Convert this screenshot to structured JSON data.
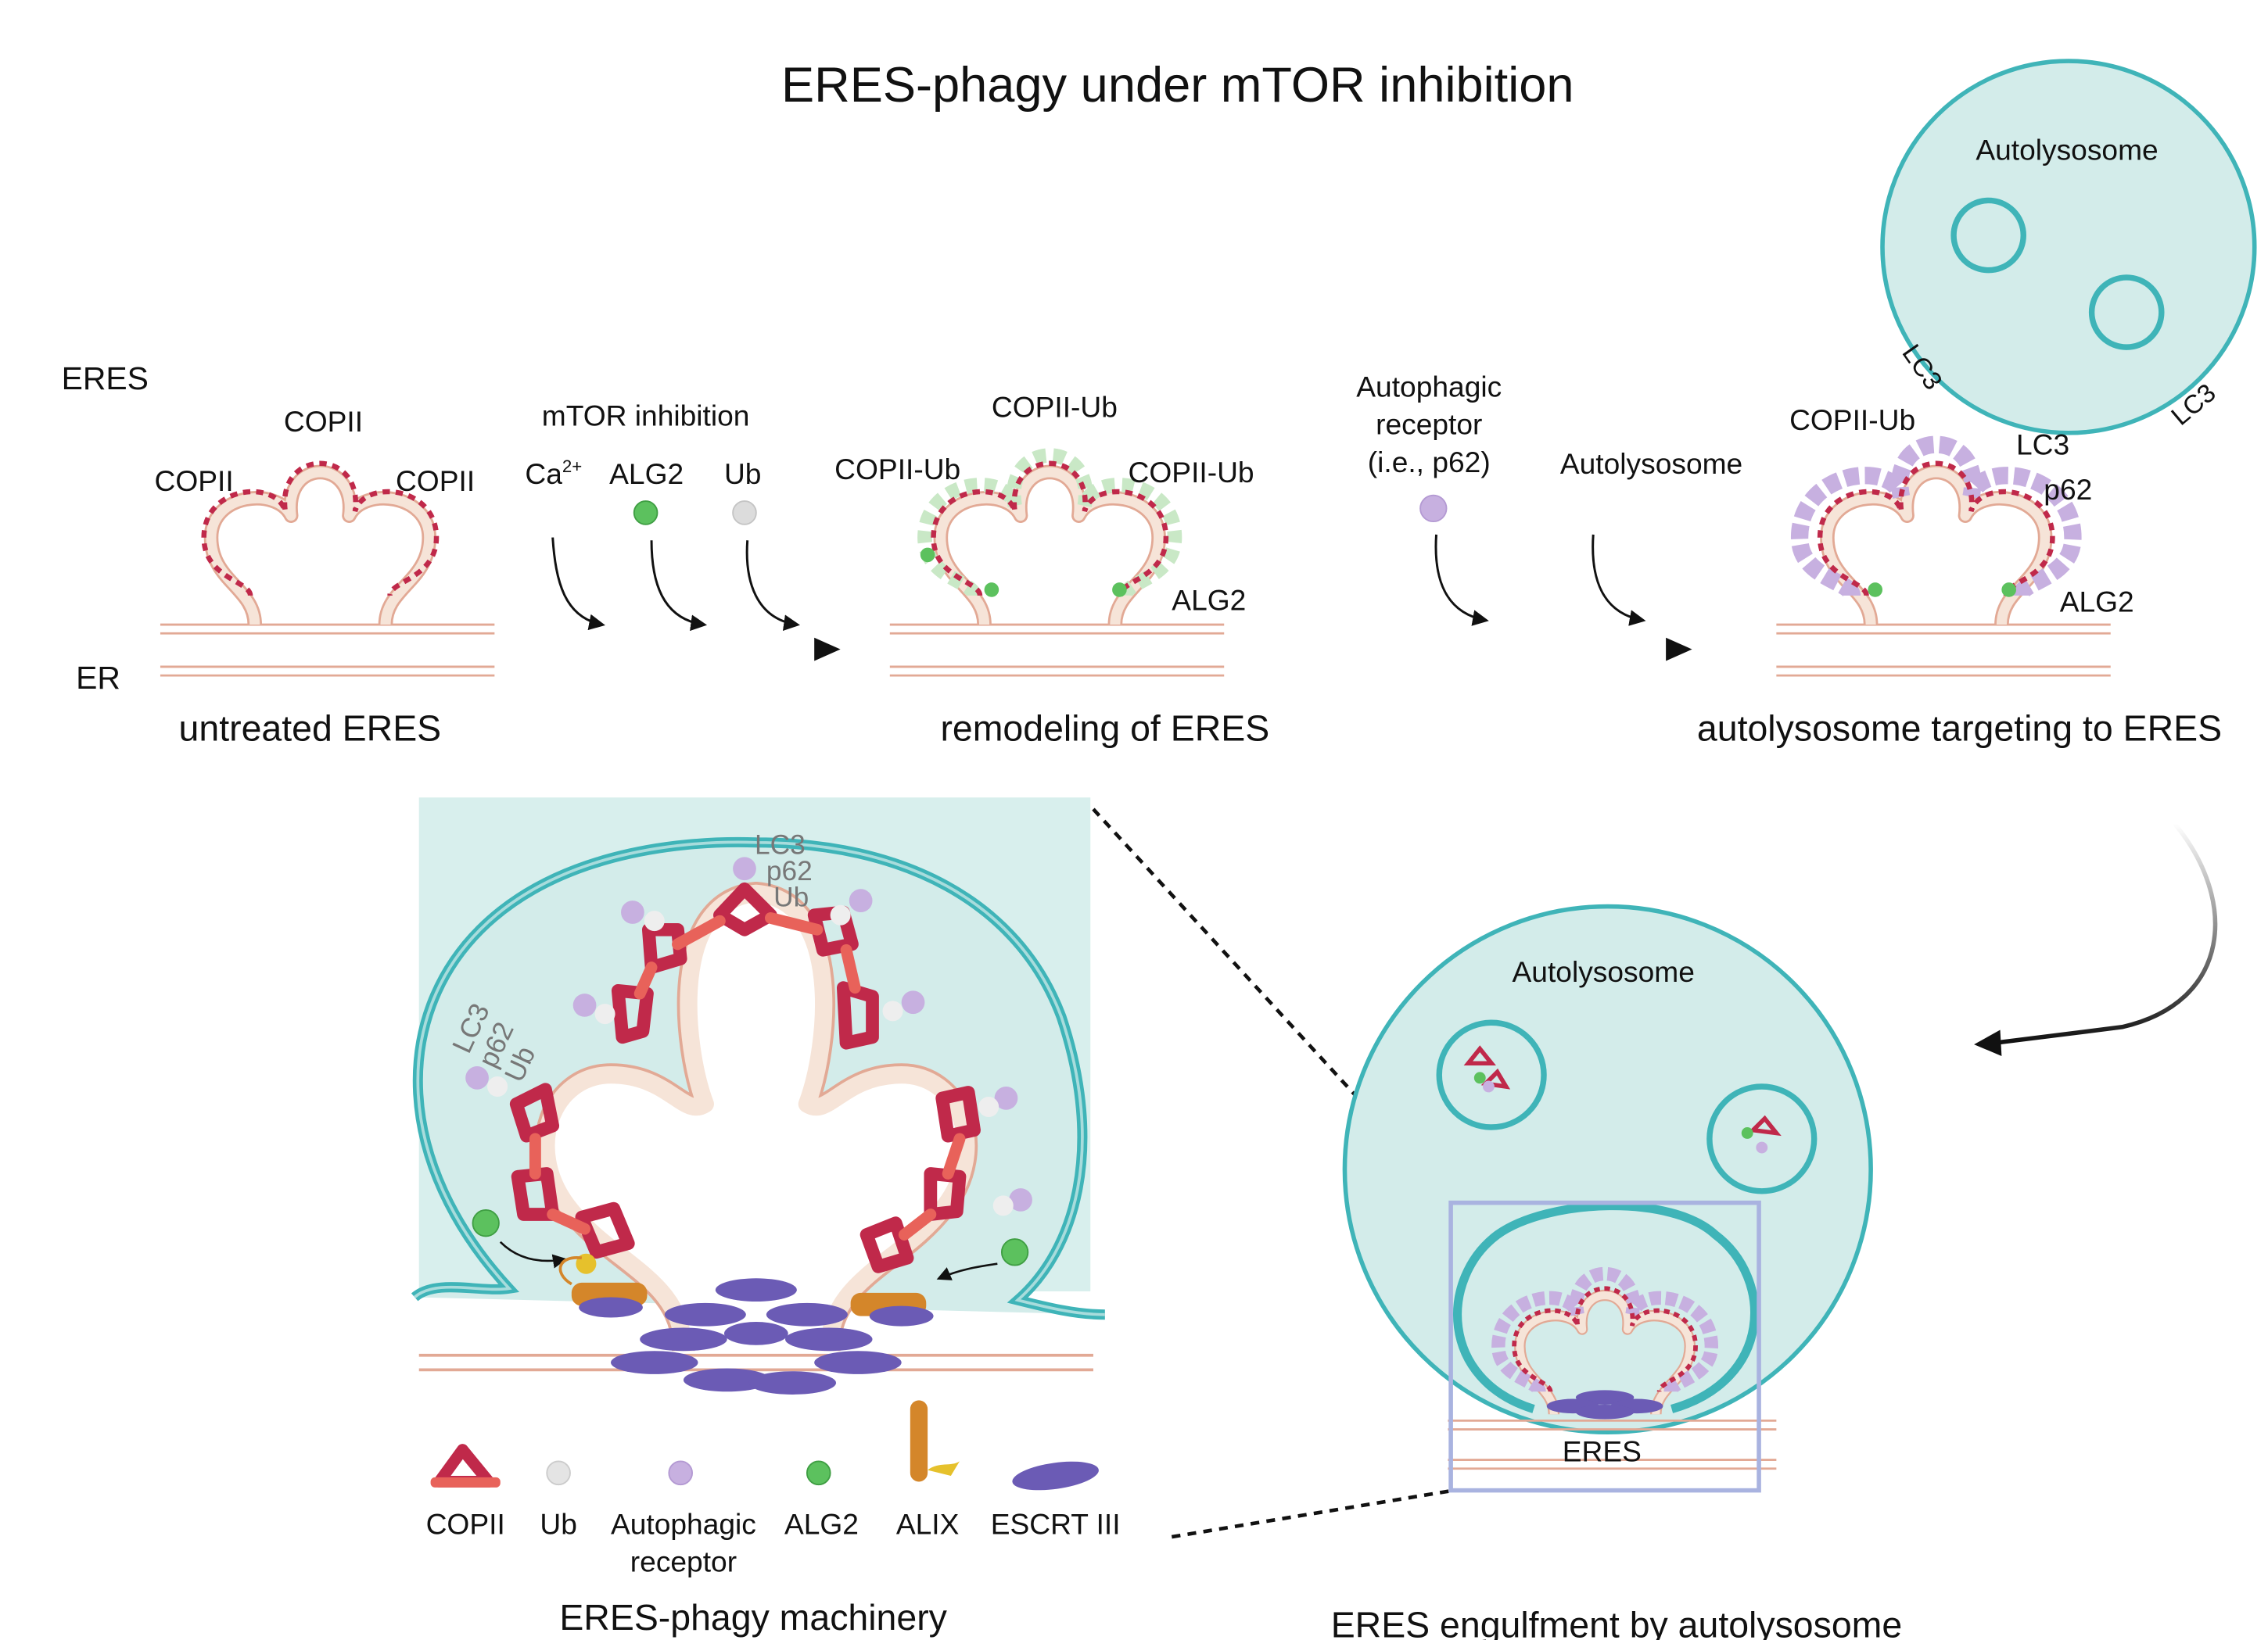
{
  "title": "ERES-phagy under mTOR inhibition",
  "colors": {
    "teal": "#3fb4b8",
    "teal_fill": "#d3ecea",
    "copii": "#c0294a",
    "membrane": "#f6e4d8",
    "membrane_edge": "#e2a995",
    "alg2": "#5cc15e",
    "ub": "#dcdcdc",
    "receptor": "#c7b0e0",
    "alix": "#d4862a",
    "escrt": "#6b5bb5",
    "frame": "#a9b3e0"
  },
  "panel1": {
    "eres_label": "ERES",
    "er_label": "ER",
    "copii_top": "COPII",
    "copii_left": "COPII",
    "copii_right": "COPII",
    "caption": "untreated ERES"
  },
  "step1": {
    "title": "mTOR inhibition",
    "ca": "Ca",
    "ca_sup": "2+",
    "alg2": "ALG2",
    "ub": "Ub"
  },
  "panel2": {
    "top": "COPII-Ub",
    "left": "COPII-Ub",
    "right": "COPII-Ub",
    "alg2": "ALG2",
    "caption": "remodeling of ERES"
  },
  "step2": {
    "receptor_line1": "Autophagic",
    "receptor_line2": "receptor",
    "receptor_line3": "(i.e., p62)",
    "autolysosome": "Autolysosome"
  },
  "panel3": {
    "autolysosome": "Autolysosome",
    "lc3_a": "LC3",
    "lc3_b": "LC3",
    "lc3_c": "LC3",
    "copii_ub": "COPII-Ub",
    "p62": "p62",
    "alg2": "ALG2",
    "caption": "autolysosome targeting to ERES"
  },
  "machinery": {
    "caption": "ERES-phagy machinery",
    "top_lc3": "LC3",
    "top_p62": "p62",
    "top_ub": "Ub",
    "left_lc3": "LC3",
    "left_p62": "p62",
    "left_ub": "Ub",
    "legend": {
      "copii": "COPII",
      "ub": "Ub",
      "receptor_line1": "Autophagic",
      "receptor_line2": "receptor",
      "alg2": "ALG2",
      "alix": "ALIX",
      "escrt": "ESCRT III"
    }
  },
  "engulf": {
    "autolysosome": "Autolysosome",
    "eres": "ERES",
    "caption": "ERES engulfment by autolysosome"
  }
}
